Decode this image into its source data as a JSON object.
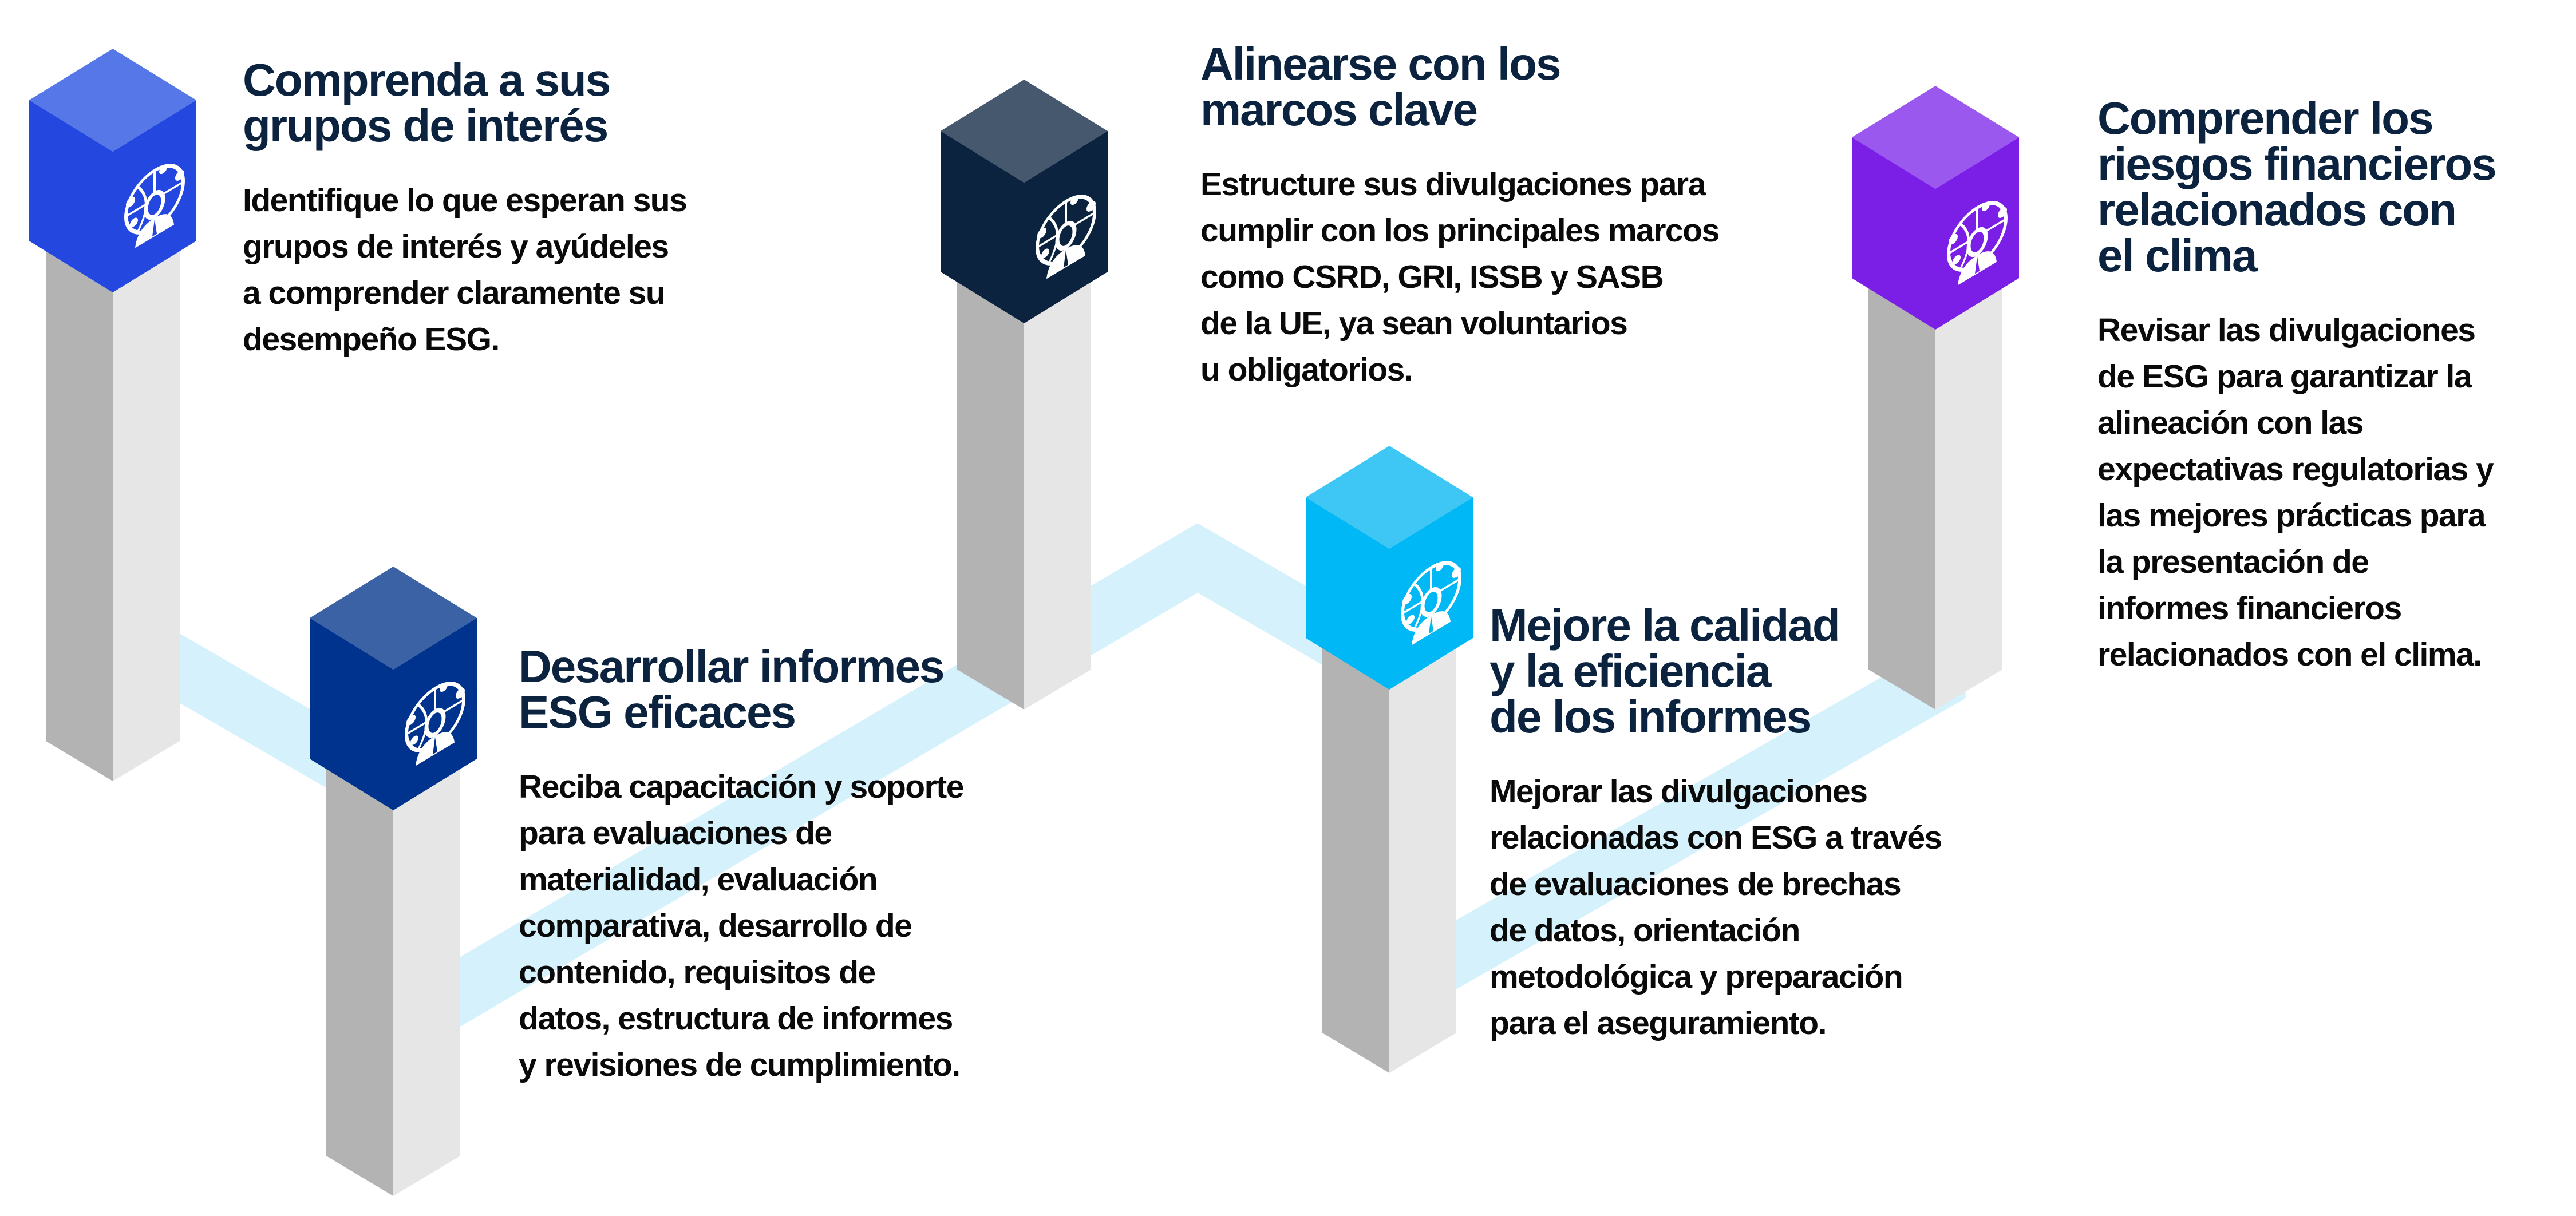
{
  "colors": {
    "band": "#d5f2fc",
    "pillar_left": "#b3b3b3",
    "pillar_right": "#e6e6e6",
    "heading": "#0c233f"
  },
  "steps": [
    {
      "icon": "globe-person-icon",
      "side_color": "#2447e0",
      "top_color": "#5577e8",
      "heading": [
        "Comprenda a sus",
        "grupos de interés"
      ],
      "body": [
        "Identifique lo que esperan sus",
        "grupos de interés y ayúdeles",
        "a comprender claramente su",
        "desempeño ESG."
      ]
    },
    {
      "icon": "globe-person-icon",
      "side_color": "#00338d",
      "top_color": "#3a62a5",
      "heading": [
        "Desarrollar informes",
        "ESG eficaces"
      ],
      "body": [
        "Reciba capacitación y soporte",
        "para evaluaciones de",
        "materialidad, evaluación",
        "comparativa, desarrollo de",
        "contenido, requisitos de",
        "datos, estructura de informes",
        "y revisiones de cumplimiento."
      ]
    },
    {
      "icon": "globe-person-icon",
      "side_color": "#0c233f",
      "top_color": "#45586e",
      "heading": [
        "Alinearse con los",
        "marcos clave"
      ],
      "body": [
        "Estructure sus divulgaciones para",
        "cumplir con los principales marcos",
        "como CSRD, GRI, ISSB y SASB",
        "de la UE, ya sean voluntarios",
        "u obligatorios."
      ]
    },
    {
      "icon": "globe-person-icon",
      "side_color": "#00b8f5",
      "top_color": "#3ec7f4",
      "heading": [
        "Mejore la calidad",
        "y la eficiencia",
        "de los informes"
      ],
      "body": [
        "Mejorar las divulgaciones",
        "relacionadas con ESG a través",
        "de evaluaciones de brechas",
        "de datos, orientación",
        "metodológica y preparación",
        "para el aseguramiento."
      ]
    },
    {
      "icon": "globe-person-icon",
      "side_color": "#7b1fe6",
      "top_color": "#9b58ee",
      "heading": [
        "Comprender los",
        "riesgos financieros",
        "relacionados con",
        "el clima"
      ],
      "body": [
        "Revisar las divulgaciones",
        "de ESG para garantizar la",
        "alineación con las",
        "expectativas regulatorias y",
        "las mejores prácticas para",
        "la presentación de",
        "informes financieros",
        "relacionados con el clima."
      ]
    }
  ]
}
